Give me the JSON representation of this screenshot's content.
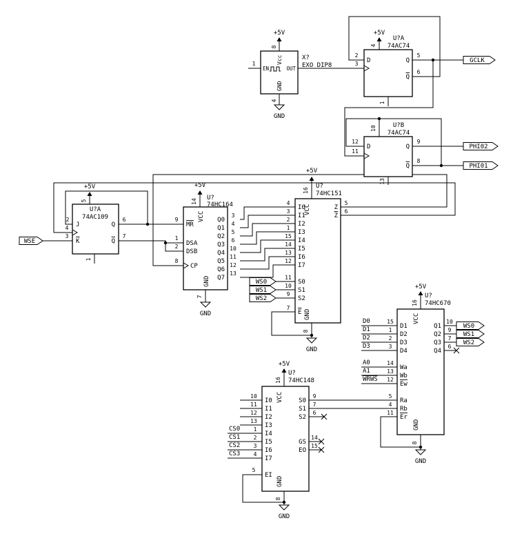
{
  "power": {
    "plus5v": "+5V",
    "gnd": "GND"
  },
  "ports": {
    "wse": "WSE",
    "gclk": "GCLK",
    "phi02": "PHI02",
    "phi01": "PHI01"
  },
  "nets": {
    "ws0": "WS0",
    "ws1": "WS1",
    "ws2": "WS2"
  },
  "osc": {
    "ref": "X?",
    "value": "EXO_DIP8",
    "en": "EN",
    "out": "OUT",
    "vcc": "Vcc",
    "gnd": "GND",
    "pin1": "1",
    "pin8": "8",
    "pin4": "4"
  },
  "ff1": {
    "ref": "U?A",
    "value": "74AC74",
    "d": "D",
    "q": "Q",
    "qb": "Q",
    "n_d": "2",
    "n_clk": "3",
    "n_q": "5",
    "n_qb": "6",
    "n_set": "4",
    "n_rst": "1"
  },
  "ff2": {
    "ref": "U?B",
    "value": "74AC74",
    "d": "D",
    "q": "Q",
    "qb": "Q",
    "n_d": "12",
    "n_clk": "11",
    "n_q": "9",
    "n_qb": "8",
    "n_set": "10",
    "n_rst": "13"
  },
  "jk": {
    "ref": "U?A",
    "value": "74AC109",
    "j": "J",
    "k": "K",
    "q": "Q",
    "qb": "Q",
    "n_j": "2",
    "n_clk": "4",
    "n_k": "3",
    "n_q": "6",
    "n_qb": "7",
    "n_set": "5",
    "n_rst": "1"
  },
  "sr": {
    "ref": "U?",
    "value": "74HC164",
    "vcc": "VCC",
    "gnd": "GND",
    "n_vcc": "14",
    "n_gnd": "7",
    "mr": "MR",
    "dsa": "DSA",
    "dsb": "DSB",
    "cp": "CP",
    "n_mr": "9",
    "n_dsa": "1",
    "n_dsb": "2",
    "n_cp": "8",
    "q": [
      {
        "n": "3",
        "l": "Q0"
      },
      {
        "n": "4",
        "l": "Q1"
      },
      {
        "n": "5",
        "l": "Q2"
      },
      {
        "n": "6",
        "l": "Q3"
      },
      {
        "n": "10",
        "l": "Q4"
      },
      {
        "n": "11",
        "l": "Q5"
      },
      {
        "n": "12",
        "l": "Q6"
      },
      {
        "n": "13",
        "l": "Q7"
      }
    ]
  },
  "mux": {
    "ref": "U?",
    "value": "74HC151",
    "vcc": "VCC",
    "gnd": "GND",
    "n_vcc": "16",
    "n_gnd": "8",
    "i": [
      {
        "n": "4",
        "l": "I0"
      },
      {
        "n": "3",
        "l": "I1"
      },
      {
        "n": "2",
        "l": "I2"
      },
      {
        "n": "1",
        "l": "I3"
      },
      {
        "n": "15",
        "l": "I4"
      },
      {
        "n": "14",
        "l": "I5"
      },
      {
        "n": "13",
        "l": "I6"
      },
      {
        "n": "12",
        "l": "I7"
      }
    ],
    "s": [
      {
        "n": "11",
        "l": "S0"
      },
      {
        "n": "10",
        "l": "S1"
      },
      {
        "n": "9",
        "l": "S2"
      }
    ],
    "e": "E",
    "n_e": "7",
    "z": "Z",
    "zb": "Z",
    "n_z": "5",
    "n_zb": "6"
  },
  "rf": {
    "ref": "U?",
    "value": "74HC670",
    "vcc": "VCC",
    "gnd": "GND",
    "n_vcc": "16",
    "n_gnd": "8",
    "d": [
      {
        "net": "D0",
        "n": "15",
        "l": "D1"
      },
      {
        "net": "D1",
        "n": "1",
        "l": "D2"
      },
      {
        "net": "D2",
        "n": "2",
        "l": "D3"
      },
      {
        "net": "D3",
        "n": "3",
        "l": "D4"
      }
    ],
    "w": [
      {
        "net": "A0",
        "n": "14",
        "l": "Wa"
      },
      {
        "net": "A1",
        "n": "13",
        "l": "Wb"
      },
      {
        "net": "WRWS",
        "n": "12",
        "l": "Ew"
      }
    ],
    "r": [
      {
        "n": "5",
        "l": "Ra"
      },
      {
        "n": "4",
        "l": "Rb"
      },
      {
        "n": "11",
        "l": "Er"
      }
    ],
    "q": [
      {
        "n": "10",
        "l": "Q1"
      },
      {
        "n": "9",
        "l": "Q2"
      },
      {
        "n": "7",
        "l": "Q3"
      },
      {
        "n": "6",
        "l": "Q4"
      }
    ]
  },
  "enc": {
    "ref": "U?",
    "value": "74HC148",
    "vcc": "VCC",
    "gnd": "GND",
    "n_vcc": "16",
    "n_gnd": "8",
    "i": [
      {
        "n": "10",
        "l": "I0"
      },
      {
        "n": "11",
        "l": "I1"
      },
      {
        "n": "12",
        "l": "I2"
      },
      {
        "n": "13",
        "l": "I3"
      },
      {
        "net": "CS0",
        "n": "1",
        "l": "I4"
      },
      {
        "net": "CS1",
        "n": "2",
        "l": "I5"
      },
      {
        "net": "CS2",
        "n": "3",
        "l": "I6"
      },
      {
        "net": "CS3",
        "n": "4",
        "l": "I7"
      }
    ],
    "ei": "EI",
    "n_ei": "5",
    "a": [
      {
        "n": "9",
        "l": "S0"
      },
      {
        "n": "7",
        "l": "S1"
      },
      {
        "n": "6",
        "l": "S2"
      }
    ],
    "gs": "GS",
    "n_gs": "14",
    "eo": "EO",
    "n_eo": "15"
  }
}
